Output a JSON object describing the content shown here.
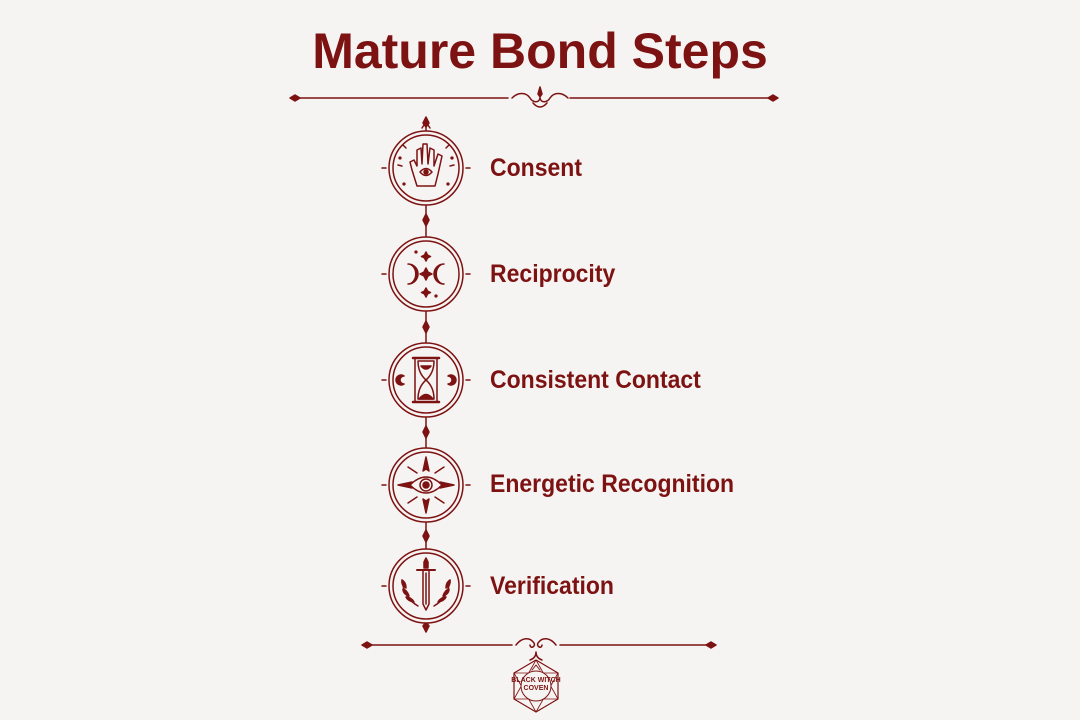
{
  "title": "Mature Bond Steps",
  "accent_color": "#7d1212",
  "background_color": "#f6f4f2",
  "steps": [
    {
      "label": "Consent",
      "icon": "palm-eye-icon"
    },
    {
      "label": "Reciprocity",
      "icon": "moon-phases-icon"
    },
    {
      "label": "Consistent Contact",
      "icon": "hourglass-icon"
    },
    {
      "label": "Energetic Recognition",
      "icon": "radiant-eye-icon"
    },
    {
      "label": "Verification",
      "icon": "sword-laurel-icon"
    }
  ],
  "logo": {
    "text_line1": "BLACK WITCH",
    "text_line2": "COVEN",
    "icon": "coven-seal-icon"
  }
}
